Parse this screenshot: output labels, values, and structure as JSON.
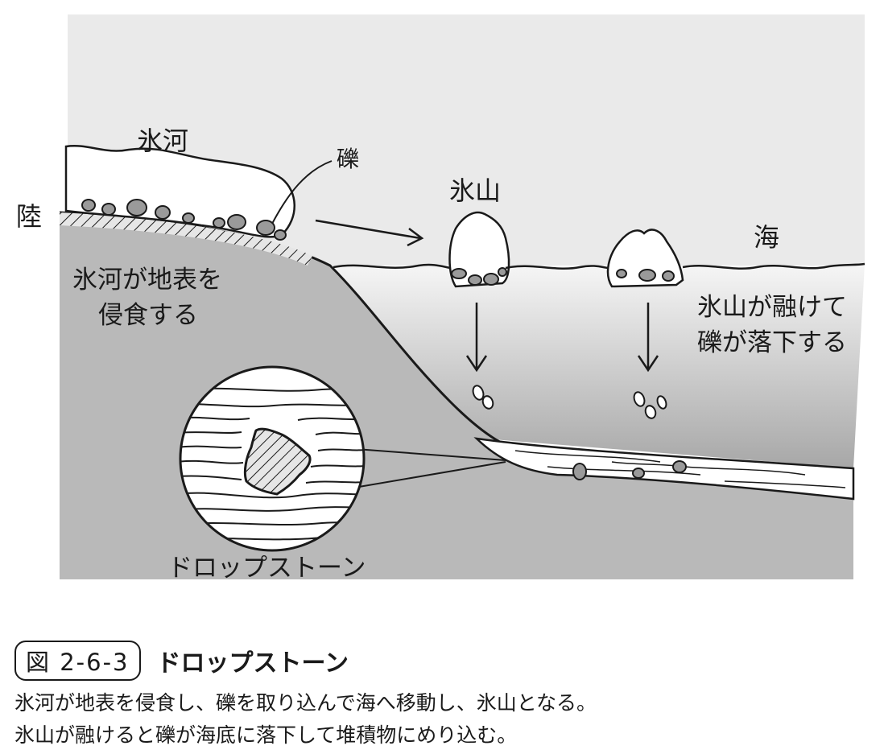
{
  "diagram": {
    "labels": {
      "glacier": "氷河",
      "gravel": "礫",
      "iceberg": "氷山",
      "land": "陸",
      "sea": "海",
      "erosion": [
        "氷河が地表を",
        "侵食する"
      ],
      "melt": [
        "氷山が融けて",
        "礫が落下する"
      ],
      "dropstone": "ドロップストーン"
    },
    "colors": {
      "sky": "#eaeaea",
      "ground": "#b9b9b9",
      "sea_top": "#f6f6f6",
      "sea_bottom": "#a7a7a7",
      "pebble": "#9a9a9a",
      "line": "#1a1a1a"
    }
  },
  "caption": {
    "figure_number": "図 2-6-3",
    "title": "ドロップストーン",
    "lines": [
      "氷河が地表を侵食し、礫を取り込んで海へ移動し、氷山となる。",
      "氷山が融けると礫が海底に落下して堆積物にめり込む。"
    ]
  }
}
